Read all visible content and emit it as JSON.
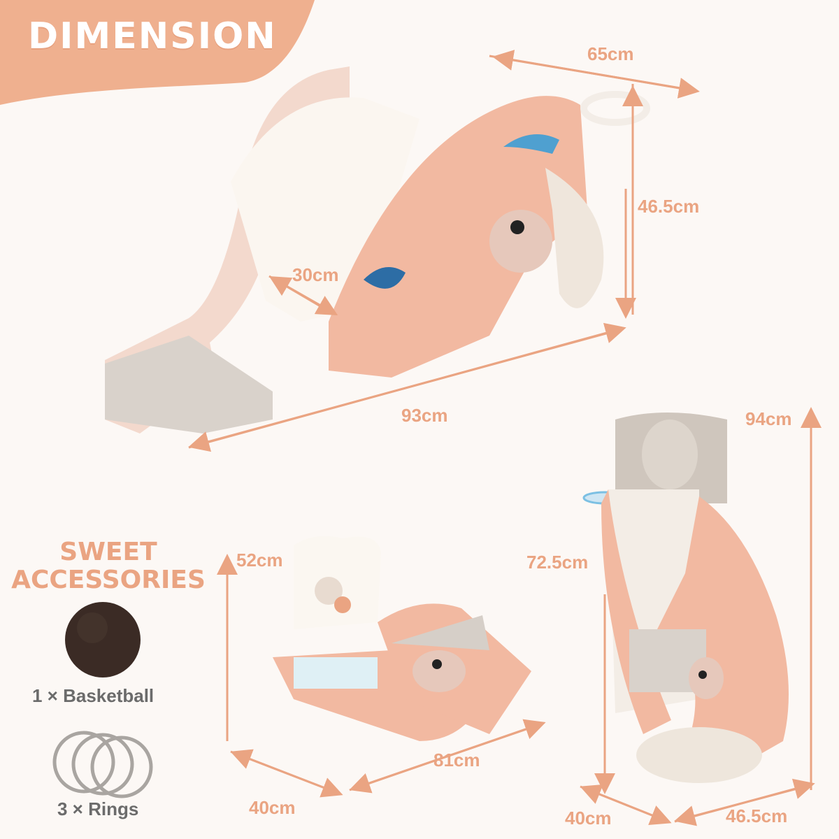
{
  "title": "DIMENSION",
  "colors": {
    "accent": "#eaa482",
    "banner": "#efb08f",
    "background": "#fcf8f5",
    "text_gray": "#6b6b6b"
  },
  "slide_mode": {
    "width_label": "65cm",
    "height_label": "46.5cm",
    "slide_width_label": "30cm",
    "length_label": "93cm"
  },
  "rocking_mode": {
    "height_label": "52cm",
    "depth_label": "40cm",
    "length_label": "81cm"
  },
  "basketball_mode": {
    "total_height_label": "94cm",
    "hoop_height_label": "72.5cm",
    "depth_label": "40cm",
    "width_label": "46.5cm"
  },
  "accessories": {
    "heading_line1": "SWEET",
    "heading_line2": "ACCESSORIES",
    "items": [
      {
        "label": "1 × Basketball",
        "icon": "basketball-icon"
      },
      {
        "label": "3 × Rings",
        "icon": "rings-icon"
      }
    ]
  }
}
